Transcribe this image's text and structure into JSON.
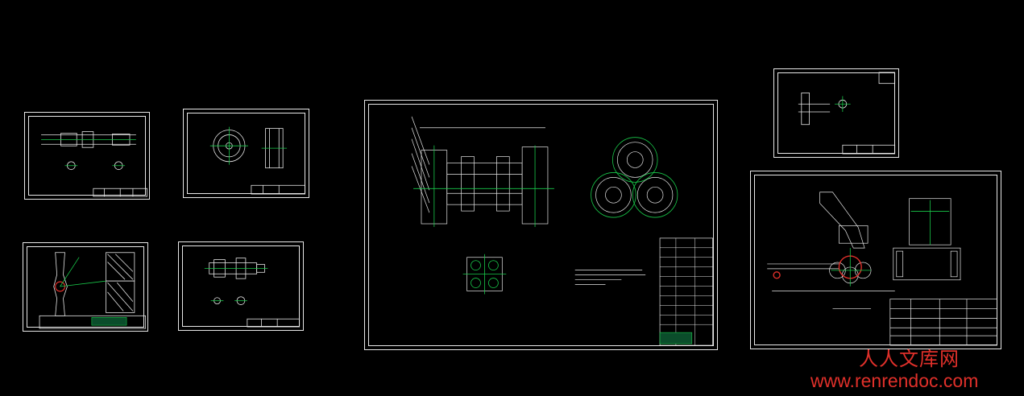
{
  "canvas": {
    "background": "#000000",
    "line_color": "#e8e8e8",
    "accent_green": "#19c94a",
    "accent_red": "#e0302a",
    "accent_cyan": "#2ab8e6"
  },
  "watermark": {
    "brand_cn": "人人文库网",
    "url": "www.renrendoc.com",
    "color": "#e0302a"
  },
  "drawing_sheets": [
    {
      "id": "sheet-shaft-1",
      "view": "shaft-part-drawing"
    },
    {
      "id": "sheet-wheel-disc",
      "view": "wheel-disc-drawing"
    },
    {
      "id": "sheet-arm-bracket",
      "view": "arm-bracket-drawing"
    },
    {
      "id": "sheet-shaft-2",
      "view": "shaft-part-drawing"
    },
    {
      "id": "sheet-assembly-main",
      "view": "assembly-drawing"
    },
    {
      "id": "sheet-small-part",
      "view": "small-part-drawing"
    },
    {
      "id": "sheet-assembly-side",
      "view": "side-assembly-drawing"
    }
  ]
}
